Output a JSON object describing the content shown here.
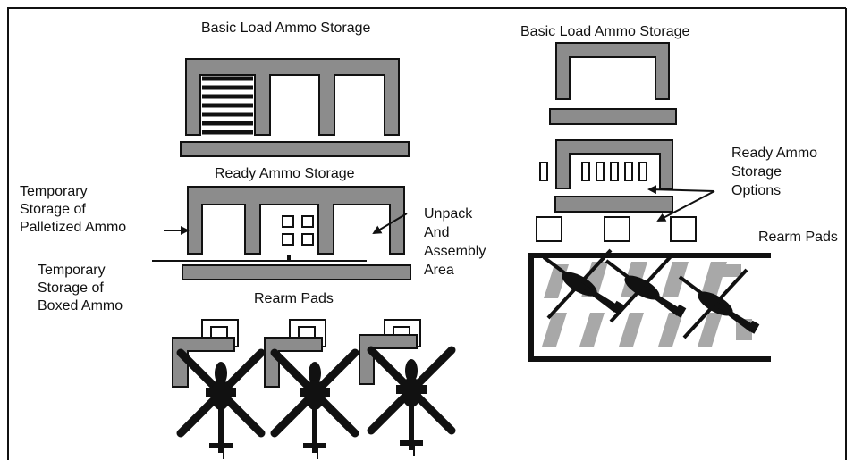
{
  "left_layout": {
    "basic_load_title": "Basic Load Ammo Storage",
    "ready_ammo_title": "Ready Ammo Storage",
    "temp_palletized": [
      "Temporary",
      "Storage of",
      "Palletized Ammo"
    ],
    "temp_boxed": [
      "Temporary",
      "Storage of",
      "Boxed Ammo"
    ],
    "unpack_area": [
      "Unpack",
      "And",
      "Assembly",
      "Area"
    ],
    "rearm_pads_title": "Rearm Pads"
  },
  "right_layout": {
    "basic_load_title": "Basic Load Ammo Storage",
    "ready_ammo_options": [
      "Ready Ammo",
      "Storage",
      "Options"
    ],
    "rearm_pads_title": "Rearm Pads"
  },
  "colors": {
    "structure_fill": "#8c8c8c",
    "outline": "#111111",
    "stripe": "#a8a8a8",
    "background": "#ffffff"
  }
}
